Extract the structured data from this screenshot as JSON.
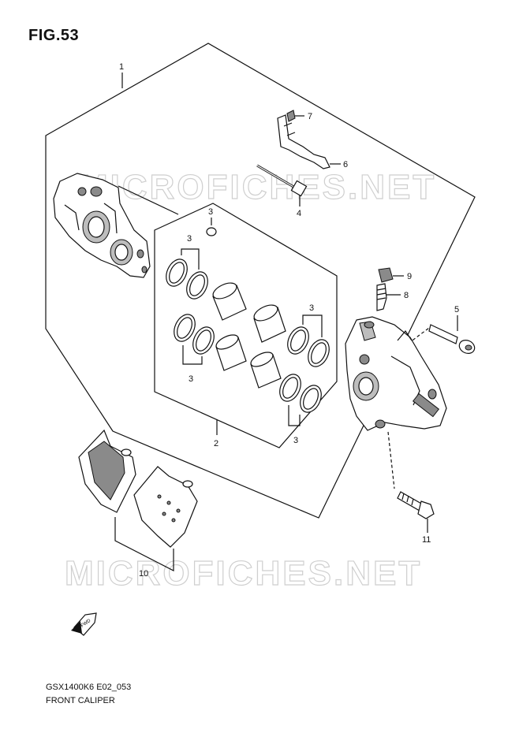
{
  "figure": {
    "title": "FIG.53"
  },
  "watermark": "MICROFICHES.NET",
  "callouts": {
    "c1": "1",
    "c2": "2",
    "c3": "3",
    "c4": "4",
    "c5": "5",
    "c6": "6",
    "c7": "7",
    "c8": "8",
    "c9": "9",
    "c10": "10",
    "c11": "11"
  },
  "fwd_label": "FWD",
  "footer": {
    "code": "GSX1400K6 E02_053",
    "name": "FRONT CALIPER"
  }
}
